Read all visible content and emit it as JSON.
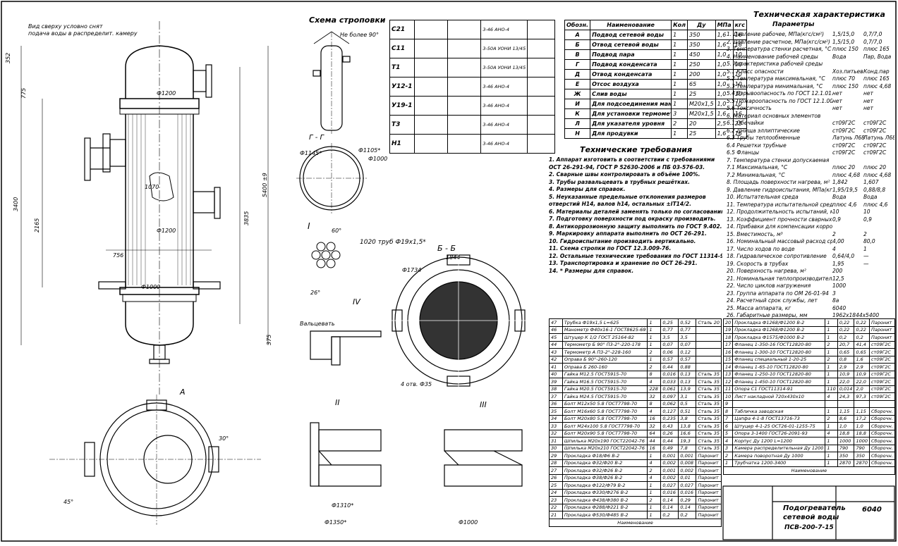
{
  "labels": {
    "strop_title": "Схема строповки",
    "strop_angle": "Не более 90°",
    "tech_char_title": "Техническая характеристика",
    "tech_req_title": "Технические требования",
    "param_header": "Параметры",
    "nozzle_name_header": "Наименование",
    "spec_name_header": "Наименование",
    "section_gg": "Г - Г",
    "section_bb": "Б - Б",
    "view_a": "А",
    "view_i": "I",
    "view_ii": "II",
    "view_iii": "III",
    "view_iv": "IV",
    "tubes_note": "1020 труб Ф19х1,5*",
    "valcovka": "Вальцевать",
    "holes_note": "4 отв. Ф35",
    "dim_1200a": "Ф1200",
    "dim_1200b": "Ф1200",
    "dim_1000": "Ф1000",
    "dim_1145": "Ф1145*",
    "dim_1105": "Ф1105*",
    "dim_1734": "Ф1734",
    "dim_1844": "1844",
    "dim_1310": "Ф1310*",
    "dim_1350": "Ф1350*",
    "dim_3400": "3400",
    "dim_5400": "5400 ±9",
    "dim_3835": "3835",
    "dim_2165": "2165",
    "dim_775": "775",
    "dim_352": "352",
    "dim_375": "375",
    "dim_60": "60°",
    "dim_26": "26°",
    "dim_30": "30°",
    "dim_45": "45°",
    "dim_750": "756",
    "dim_1070": "1070",
    "stamp_title_1": "Подогреватель",
    "stamp_title_2": "сетевой воды",
    "stamp_code": "ПСВ-200-7-15",
    "stamp_mass": "6040",
    "leader_top": "Вид сверху условно снят",
    "leader_top2": "подача воды в распределит. камеру"
  },
  "nozzles": [
    {
      "mark": "А",
      "name": "Подвод сетевой воды",
      "qty": "1",
      "du": "350",
      "p": "1,6",
      "kgs": "16"
    },
    {
      "mark": "Б",
      "name": "Отвод сетевой воды",
      "qty": "1",
      "du": "350",
      "p": "1,6",
      "kgs": "16"
    },
    {
      "mark": "В",
      "name": "Подвод пара",
      "qty": "1",
      "du": "450",
      "p": "1,0",
      "kgs": "10"
    },
    {
      "mark": "Г",
      "name": "Подвод конденсата",
      "qty": "1",
      "du": "250",
      "p": "1,0",
      "kgs": "10"
    },
    {
      "mark": "Д",
      "name": "Отвод конденсата",
      "qty": "1",
      "du": "200",
      "p": "1,0",
      "kgs": "10"
    },
    {
      "mark": "Е",
      "name": "Отсос воздуха",
      "qty": "1",
      "du": "65",
      "p": "1,0",
      "kgs": "10"
    },
    {
      "mark": "Ж",
      "name": "Слив воды",
      "qty": "1",
      "du": "25",
      "p": "1,0",
      "kgs": "10"
    },
    {
      "mark": "И",
      "name": "Для подсоединения манометра",
      "qty": "1",
      "du": "М20х1,5",
      "p": "1,0",
      "kgs": "10"
    },
    {
      "mark": "К",
      "name": "Для установки термометра",
      "qty": "3",
      "du": "М20х1,5",
      "p": "1,6",
      "kgs": "16"
    },
    {
      "mark": "Л",
      "name": "Для указателя уровня",
      "qty": "2",
      "du": "20",
      "p": "2,5",
      "kgs": "25"
    },
    {
      "mark": "Н",
      "name": "Для продувки",
      "qty": "1",
      "du": "25",
      "p": "1,6",
      "kgs": "16"
    }
  ],
  "welds": [
    {
      "code": "С21",
      "std": "3-46",
      "e": "АНО-4"
    },
    {
      "code": "С11",
      "std": "3-50А",
      "e": "УОНИ 13/45"
    },
    {
      "code": "Т1",
      "std": "3-50А",
      "e": "УОНИ 13/45"
    },
    {
      "code": "У12-1",
      "std": "3-46",
      "e": "АНО-4"
    },
    {
      "code": "У19-1",
      "std": "3-46",
      "e": "АНО-4"
    },
    {
      "code": "Т3",
      "std": "3-46",
      "e": "АНО-4"
    },
    {
      "code": "Н1",
      "std": "3-46",
      "e": "АНО-4"
    }
  ],
  "tech_params": [
    {
      "n": "1. Давление рабочее, МПа(кгс/см²)",
      "a": "1,5/15,0",
      "b": "0,7/7,0"
    },
    {
      "n": "2. Давление расчетное, МПа(кгс/см²)",
      "a": "1,5/15,0",
      "b": "0,7/7,0"
    },
    {
      "n": "3. Температура стенки расчетная, °С",
      "a": "плюс 150",
      "b": "плюс 165"
    },
    {
      "n": "4. Наименование рабочей среды",
      "a": "Вода",
      "b": "Пар, Вода"
    },
    {
      "n": "5. Характеристика рабочей среды",
      "a": "",
      "b": ""
    },
    {
      "n": "5.1 Класс опасности",
      "a": "Хоз.питьев.",
      "b": "Конд.пар"
    },
    {
      "n": "5.2 Температура максимальная, °С",
      "a": "плюс 70",
      "b": "плюс 165"
    },
    {
      "n": "5.3 Температура минимальная, °С",
      "a": "плюс 150",
      "b": "плюс 4,68"
    },
    {
      "n": "5.4 Взрывоопасность по ГОСТ 12.1.011-78",
      "a": "нет",
      "b": "нет"
    },
    {
      "n": "5.5 Пожароопасность по ГОСТ 12.1.004-91",
      "a": "нет",
      "b": "нет"
    },
    {
      "n": "5.6 Токсичность",
      "a": "нет",
      "b": "нет"
    },
    {
      "n": "6. Материал основных элементов",
      "a": "",
      "b": ""
    },
    {
      "n": "6.1 Обечайки",
      "a": "ст09Г2С",
      "b": "ст09Г2С"
    },
    {
      "n": "6.2 Днища эллиптические",
      "a": "ст09Г2С",
      "b": "ст09Г2С"
    },
    {
      "n": "6.3 Трубы теплообменные",
      "a": "Латунь Л68",
      "b": "Латунь Л68"
    },
    {
      "n": "6.4 Решетки трубные",
      "a": "ст09Г2С",
      "b": "ст09Г2С"
    },
    {
      "n": "6.5 Фланцы",
      "a": "ст09Г2С",
      "b": "ст09Г2С"
    },
    {
      "n": "7. Температура стенки допускаемая",
      "a": "",
      "b": ""
    },
    {
      "n": "7.1 Максимальная, °С",
      "a": "плюс 20",
      "b": "плюс 20"
    },
    {
      "n": "7.2 Минимальная, °С",
      "a": "плюс 4,68",
      "b": "плюс 4,68"
    },
    {
      "n": "8. Площадь поверхности нагрева, м²",
      "a": "1,842",
      "b": "1,607"
    },
    {
      "n": "9. Давление гидроиспытания, МПа(кгс/см²)",
      "a": "1,95/19,5",
      "b": "0,88/8,8"
    },
    {
      "n": "10. Испытательная среда",
      "a": "Вода",
      "b": "Вода"
    },
    {
      "n": "11. Температура испытательной среды, °С",
      "a": "плюс 4,6",
      "b": "плюс 4,6"
    },
    {
      "n": "12. Продолжительность испытаний, мин",
      "a": "10",
      "b": "10"
    },
    {
      "n": "13. Коэффициент прочности сварных швов",
      "a": "0,9",
      "b": "0,9"
    },
    {
      "n": "14. Прибавки для компенсации коррозии, мм",
      "a": "",
      "b": ""
    },
    {
      "n": "15. Вместимость, м³",
      "a": "2",
      "b": "2"
    },
    {
      "n": "16. Номинальный массовый расход среды, т/ч",
      "a": "4,00",
      "b": "80,0"
    },
    {
      "n": "17. Число ходов по воде",
      "a": "4",
      "b": "1"
    },
    {
      "n": "18. Гидравлическое сопротивление",
      "a": "0,64/4,0",
      "b": "—"
    },
    {
      "n": "19. Скорость в трубах",
      "a": "1,95",
      "b": "—"
    },
    {
      "n": "20. Поверхность нагрева, м²",
      "a": "200",
      "b": ""
    },
    {
      "n": "21. Номинальная теплопроизводительность, Гкал/ч",
      "a": "12,5",
      "b": ""
    },
    {
      "n": "22. Число циклов нагружения",
      "a": "1000",
      "b": ""
    },
    {
      "n": "23. Группа аппарата по ОМ 26-01-94",
      "a": "3",
      "b": ""
    },
    {
      "n": "24. Расчетный срок службы, лет",
      "a": "8а",
      "b": ""
    },
    {
      "n": "25. Масса аппарата, кг",
      "a": "6040",
      "b": ""
    },
    {
      "n": "26. Габаритные размеры, мм",
      "a": "1962x1844x5400",
      "b": ""
    }
  ],
  "tech_reqs": [
    "1. Аппарат изготовить в соответствии с требованиями",
    "ОСТ 26-291-94, ГОСТ Р 52630-2006 и ПБ 03-576-03.",
    "2. Сварные швы контролировать в объёме 100%.",
    "3. Трубы развальцевать в трубных решётках.",
    "4. Размеры для справок.",
    "5. Неуказанные предельные отклонения размеров",
    "отверстий Н14, валов h14, остальных ±IT14/2.",
    "6. Материалы деталей заменять только по согласованию.",
    "7. Подготовку поверхности под окраску производить.",
    "8. Антикоррозионную защиту выполнить по ГОСТ 9.402.",
    "9. Маркировку аппарата выполнить по ОСТ 26-291.",
    "10. Гидроиспытание производить вертикально.",
    "11. Схема стропки по ГОСТ 12.3.009-76.",
    "12. Остальные технические требования по ГОСТ 11314-91.",
    "13. Транспортировка и хранение по ОСТ 26-291.",
    "14. * Размеры для справок."
  ],
  "spec_left": [
    {
      "pos": "47",
      "name": "Трубка Ф19х1,5 L=625",
      "q": "1",
      "m": "0,25",
      "t": "0,52",
      "note": "Сталь 20"
    },
    {
      "pos": "46",
      "name": "Манометр Ф40х16-1 ГОСТ8625-69",
      "q": "1",
      "m": "0,77",
      "t": "0,77",
      "note": ""
    },
    {
      "pos": "45",
      "name": "Штуцер К 1/2 ГОСТ 25164-82",
      "q": "1",
      "m": "3,5",
      "t": "3,5",
      "note": ""
    },
    {
      "pos": "44",
      "name": "Термометр Б 90° П3-2°-220-178",
      "q": "1",
      "m": "0,07",
      "t": "0,07",
      "note": ""
    },
    {
      "pos": "43",
      "name": "Термометр А П3-2°-228-160",
      "q": "2",
      "m": "0,06",
      "t": "0,12",
      "note": ""
    },
    {
      "pos": "42",
      "name": "Оправа Б 90°-260-120",
      "q": "1",
      "m": "0,57",
      "t": "0,57",
      "note": ""
    },
    {
      "pos": "41",
      "name": "Оправа Б 260-160",
      "q": "2",
      "m": "0,44",
      "t": "0,88",
      "note": ""
    },
    {
      "pos": "40",
      "name": "Гайка М12.5 ГОСТ5915-70",
      "q": "8",
      "m": "0,016",
      "t": "0,13",
      "note": "Сталь 35"
    },
    {
      "pos": "39",
      "name": "Гайка М16.5 ГОСТ5915-70",
      "q": "4",
      "m": "0,033",
      "t": "0,13",
      "note": "Сталь 35"
    },
    {
      "pos": "38",
      "name": "Гайка М20.5 ГОСТ5915-70",
      "q": "228",
      "m": "0,061",
      "t": "13,9",
      "note": "Сталь 35"
    },
    {
      "pos": "37",
      "name": "Гайка М24.5 ГОСТ5915-70",
      "q": "32",
      "m": "0,097",
      "t": "3,1",
      "note": "Сталь 35"
    },
    {
      "pos": "36",
      "name": "Болт М12х50 5.8 ГОСТ7798-70",
      "q": "8",
      "m": "0,062",
      "t": "0,5",
      "note": "Сталь 35"
    },
    {
      "pos": "35",
      "name": "Болт М16х60 5.8 ГОСТ7798-70",
      "q": "4",
      "m": "0,127",
      "t": "0,51",
      "note": "Сталь 35"
    },
    {
      "pos": "34",
      "name": "Болт М20х80 5.8 ГОСТ7798-70",
      "q": "16",
      "m": "0,235",
      "t": "3,8",
      "note": "Сталь 35"
    },
    {
      "pos": "33",
      "name": "Болт М24х100 5.8 ГОСТ7798-70",
      "q": "32",
      "m": "0,43",
      "t": "13,8",
      "note": "Сталь 35"
    },
    {
      "pos": "32",
      "name": "Болт М20х90 5.8 ГОСТ7798-70",
      "q": "64",
      "m": "0,26",
      "t": "16,6",
      "note": "Сталь 35"
    },
    {
      "pos": "31",
      "name": "Шпилька М20х190 ГОСТ22042-76",
      "q": "44",
      "m": "0,44",
      "t": "19,3",
      "note": "Сталь 35"
    },
    {
      "pos": "30",
      "name": "Шпилька М20х210 ГОСТ22042-76",
      "q": "16",
      "m": "0,49",
      "t": "7,8",
      "note": "Сталь 35"
    },
    {
      "pos": "29",
      "name": "Прокладка Ф18/Ф6 В-2",
      "q": "1",
      "m": "0,001",
      "t": "0,001",
      "note": "Паронит"
    },
    {
      "pos": "28",
      "name": "Прокладка Ф32/Ф20 В-2",
      "q": "4",
      "m": "0,002",
      "t": "0,008",
      "note": "Паронит"
    },
    {
      "pos": "27",
      "name": "Прокладка Ф32/Ф26 В-2",
      "q": "2",
      "m": "0,001",
      "t": "0,002",
      "note": "Паронит"
    },
    {
      "pos": "26",
      "name": "Прокладка Ф38/Ф26 В-2",
      "q": "4",
      "m": "0,002",
      "t": "0,01",
      "note": "Паронит"
    },
    {
      "pos": "25",
      "name": "Прокладка Ф122/Ф79 В-2",
      "q": "1",
      "m": "0,027",
      "t": "0,027",
      "note": "Паронит"
    },
    {
      "pos": "24",
      "name": "Прокладка Ф330/Ф276 В-2",
      "q": "1",
      "m": "0,016",
      "t": "0,016",
      "note": "Паронит"
    },
    {
      "pos": "23",
      "name": "Прокладка Ф438/Ф380 В-2",
      "q": "2",
      "m": "0,14",
      "t": "0,29",
      "note": "Паронит"
    },
    {
      "pos": "22",
      "name": "Прокладка Ф288/Ф221 В-2",
      "q": "1",
      "m": "0,14",
      "t": "0,14",
      "note": "Паронит"
    },
    {
      "pos": "21",
      "name": "Прокладка Ф530/Ф485 В-2",
      "q": "1",
      "m": "0,2",
      "t": "0,2",
      "note": "Паронит"
    }
  ],
  "spec_right": [
    {
      "pos": "20",
      "name": "Прокладка Ф1268/Ф1200 В-2",
      "q": "1",
      "m": "0,22",
      "t": "0,22",
      "note": "Паронит"
    },
    {
      "pos": "19",
      "name": "Прокладка Ф1268/Ф1200 В-2",
      "q": "1",
      "m": "0,22",
      "t": "0,22",
      "note": "Паронит"
    },
    {
      "pos": "18",
      "name": "Прокладка Ф1575/Ф1000 В-2",
      "q": "1",
      "m": "0,2",
      "t": "0,2",
      "note": "Паронит"
    },
    {
      "pos": "17",
      "name": "Фланец 1-350-16 ГОСТ12820-80",
      "q": "2",
      "m": "20,7",
      "t": "41,4",
      "note": "ст09Г2С"
    },
    {
      "pos": "16",
      "name": "Фланец 1-300-10 ГОСТ12820-80",
      "q": "1",
      "m": "0,65",
      "t": "0,65",
      "note": "ст09Г2С"
    },
    {
      "pos": "15",
      "name": "Фланец специальный 1-20-25",
      "q": "2",
      "m": "0,8",
      "t": "1,6",
      "note": "ст09Г2С"
    },
    {
      "pos": "14",
      "name": "Фланец 1-65-10 ГОСТ12820-80",
      "q": "1",
      "m": "2,9",
      "t": "2,9",
      "note": "ст09Г2С"
    },
    {
      "pos": "13",
      "name": "Фланец 1-250-10 ГОСТ12820-80",
      "q": "1",
      "m": "10,9",
      "t": "10,9",
      "note": "ст09Г2С"
    },
    {
      "pos": "12",
      "name": "Фланец 1-450-10 ГОСТ12820-80",
      "q": "1",
      "m": "22,0",
      "t": "22,0",
      "note": "ст09Г2С"
    },
    {
      "pos": "11",
      "name": "Опора С1 ГОСТ11314-91",
      "q": "110",
      "m": "0,014",
      "t": "2,0",
      "note": "ст09Г2С"
    },
    {
      "pos": "10",
      "name": "Лист накладной 720х430х10",
      "q": "4",
      "m": "24,3",
      "t": "97,3",
      "note": "ст09Г2С"
    },
    {
      "pos": "9",
      "name": "",
      "q": "",
      "m": "",
      "t": "",
      "note": ""
    },
    {
      "pos": "8",
      "name": "Табличка заводская",
      "q": "1",
      "m": "1,15",
      "t": "1,15",
      "note": "Сборочн."
    },
    {
      "pos": "7",
      "name": "Цапфа 4-1-8 ГОСТ13716-73",
      "q": "2",
      "m": "8,6",
      "t": "17,2",
      "note": "Сборочн."
    },
    {
      "pos": "6",
      "name": "Штуцер 4-1-25 ОСТ26-01-1255-75",
      "q": "1",
      "m": "1,0",
      "t": "1,0",
      "note": "Сборочн."
    },
    {
      "pos": "5",
      "name": "Опора 3-1400 ГОСТ26-2091-93",
      "q": "4",
      "m": "18,8",
      "t": "18,8",
      "note": "Сборочн."
    },
    {
      "pos": "4",
      "name": "Корпус Ду 1200 L=1200",
      "q": "1",
      "m": "1000",
      "t": "1000",
      "note": "Сборочн."
    },
    {
      "pos": "3",
      "name": "Камера распределительная Ду 1200",
      "q": "1",
      "m": "790",
      "t": "790",
      "note": "Сборочн."
    },
    {
      "pos": "2",
      "name": "Камера поворотная Ду 1000",
      "q": "1",
      "m": "350",
      "t": "350",
      "note": "Сборочн."
    },
    {
      "pos": "1",
      "name": "Трубчатка 1200-3400",
      "q": "1",
      "m": "2870",
      "t": "2870",
      "note": "Сборочн."
    }
  ]
}
